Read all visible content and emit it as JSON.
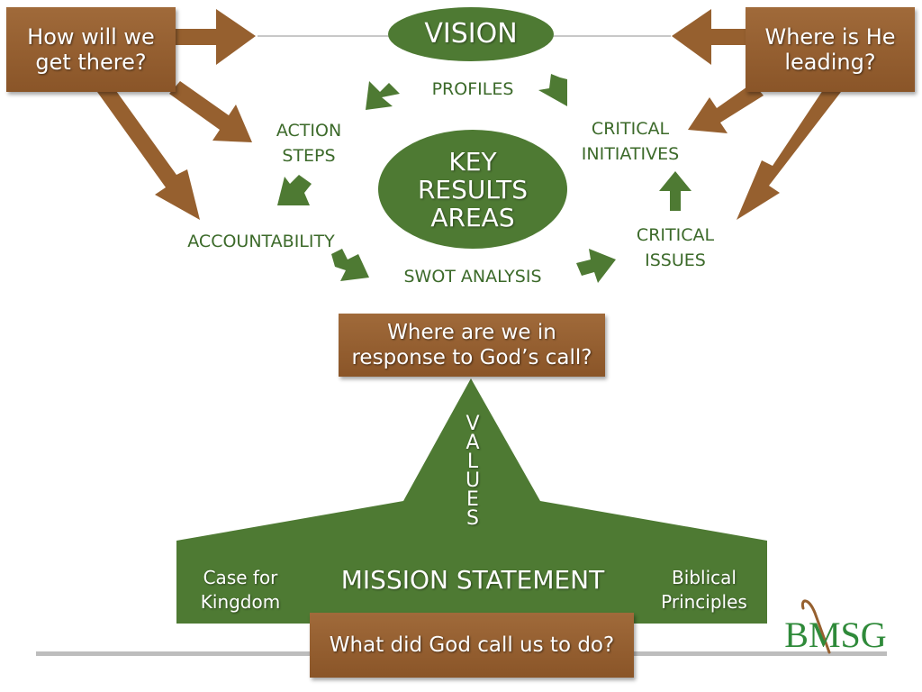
{
  "colors": {
    "green": "#4e7a33",
    "dark_green_text": "#3c6a2a",
    "brown": "#96602f",
    "white": "#ffffff"
  },
  "boxes": {
    "top_left": [
      "How will we",
      "get there?"
    ],
    "top_right": [
      "Where is He",
      "leading?"
    ],
    "middle": [
      "Where are we in",
      "response to God’s call?"
    ],
    "bottom": "What did God call us to do?"
  },
  "ovals": {
    "vision": "VISION",
    "key_results": [
      "KEY",
      "RESULTS",
      "AREAS"
    ]
  },
  "cycle_labels": {
    "profiles": "PROFILES",
    "action_steps": [
      "ACTION",
      "STEPS"
    ],
    "critical_initiatives": [
      "CRITICAL",
      "INITIATIVES"
    ],
    "accountability": "ACCOUNTABILITY",
    "swot": "SWOT ANALYSIS",
    "critical_issues": [
      "CRITICAL",
      "ISSUES"
    ]
  },
  "foundation": {
    "values_letters": [
      "V",
      "A",
      "L",
      "U",
      "E",
      "S"
    ],
    "mission_statement": "MISSION STATEMENT",
    "left_text": [
      "Case for",
      "Kingdom"
    ],
    "right_text": [
      "Biblical",
      "Principles"
    ]
  },
  "logo": {
    "text": "BMSG"
  }
}
